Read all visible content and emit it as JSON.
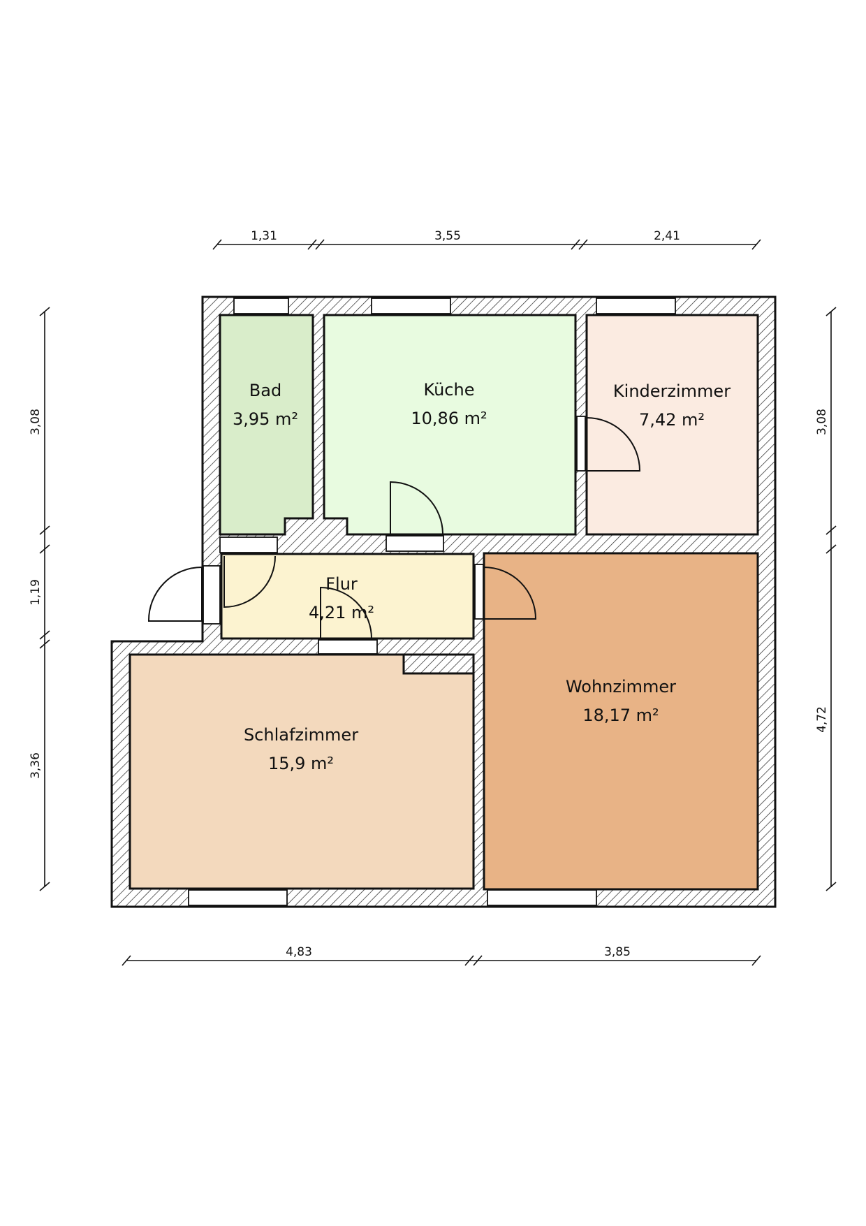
{
  "rooms": {
    "bad": {
      "name": "Bad",
      "area": "3,95 m²",
      "color": "#d9edca"
    },
    "kueche": {
      "name": "Küche",
      "area": "10,86 m²",
      "color": "#e8fbe0"
    },
    "kinderzimmer": {
      "name": "Kinderzimmer",
      "area": "7,42 m²",
      "color": "#fbebe1"
    },
    "flur": {
      "name": "Flur",
      "area": "4,21 m²",
      "color": "#fcf3d0"
    },
    "schlafzimmer": {
      "name": "Schlafzimmer",
      "area": "15,9 m²",
      "color": "#f3d9bd"
    },
    "wohnzimmer": {
      "name": "Wohnzimmer",
      "area": "18,17 m²",
      "color": "#e8b386"
    }
  },
  "dimensions": {
    "top": [
      "1,31",
      "3,55",
      "2,41"
    ],
    "bottom": [
      "4,83",
      "3,85"
    ],
    "left": [
      "3,08",
      "1,19",
      "3,36"
    ],
    "right": [
      "3,08",
      "4,72"
    ]
  }
}
